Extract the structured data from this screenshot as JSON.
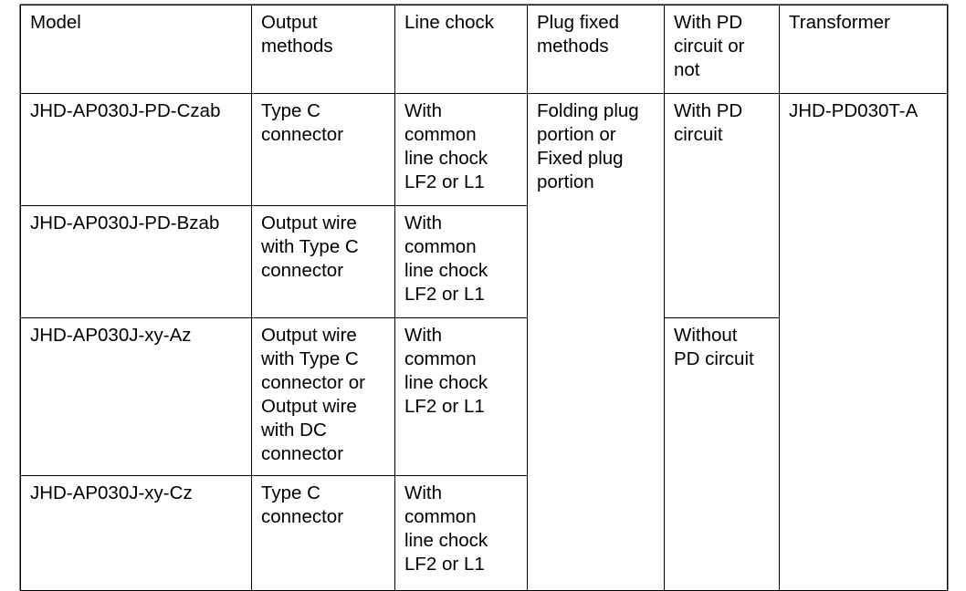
{
  "document": {
    "type": "specification-table",
    "background_color": "#ffffff",
    "text_color": "#000000",
    "border_color": "#000000"
  },
  "table": {
    "columns": [
      {
        "key": "model",
        "header": "Model"
      },
      {
        "key": "output",
        "header": "Output\nmethods"
      },
      {
        "key": "chock",
        "header": "Line chock"
      },
      {
        "key": "plug",
        "header": "Plug fixed\nmethods"
      },
      {
        "key": "pd",
        "header": "With PD\ncircuit or\nnot"
      },
      {
        "key": "transformer",
        "header": "Transformer"
      }
    ],
    "rows": [
      {
        "model": "JHD-AP030J-PD-Czab",
        "output": "Type C\nconnector",
        "chock": "With\ncommon\nline chock\nLF2 or L1",
        "plug": "Folding plug\nportion or\nFixed plug\nportion",
        "pd": "With PD\ncircuit",
        "transformer": "JHD-PD030T-A"
      },
      {
        "model": "JHD-AP030J-PD-Bzab",
        "output": "Output wire\nwith Type C\nconnector",
        "chock": "With\ncommon\nline chock\nLF2 or L1"
      },
      {
        "model": "JHD-AP030J-xy-Az",
        "output": "Output wire\nwith Type C\nconnector or\nOutput wire\nwith DC\nconnector",
        "chock": "With\ncommon\nline chock\nLF2 or L1",
        "pd": "Without\nPD circuit"
      },
      {
        "model": "JHD-AP030J-xy-Cz",
        "output": "Type C\nconnector",
        "chock": "With\ncommon\nline chock\nLF2 or L1"
      }
    ]
  }
}
